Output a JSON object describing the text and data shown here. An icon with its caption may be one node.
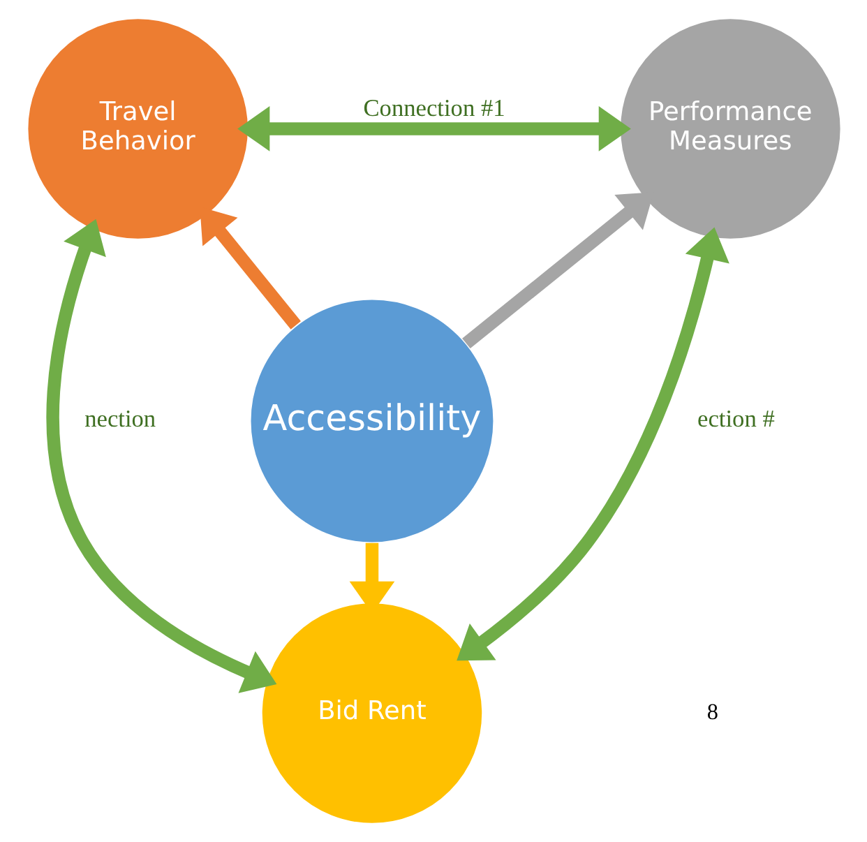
{
  "diagram": {
    "nodes": [
      {
        "text": [
          "Travel Behavior"
        ]
      },
      {
        "text": [
          "Performance Measures"
        ]
      },
      {
        "text": [
          "Accessibility"
        ]
      },
      {
        "text": [
          "Bid Rent"
        ]
      }
    ],
    "edges": [
      {
        "from": 0,
        "to": 1,
        "arrow": "both",
        "label": "Connection #1",
        "color": "#70ad47"
      },
      {
        "from": 2,
        "to": 0,
        "arrow": "to",
        "color": "#ed7d31"
      },
      {
        "from": 2,
        "to": 1,
        "arrow": "to",
        "color": "#a5a5a5"
      },
      {
        "from": 0,
        "to": 3,
        "arrow": "both",
        "label": "nection",
        "color": "#70ad47"
      },
      {
        "from": 1,
        "to": 3,
        "arrow": "both",
        "label": "ection #",
        "color": "#70ad47"
      },
      {
        "from": 2,
        "to": 3,
        "arrow": "to",
        "color": "#ffc000"
      }
    ],
    "labels": [
      "8"
    ]
  }
}
